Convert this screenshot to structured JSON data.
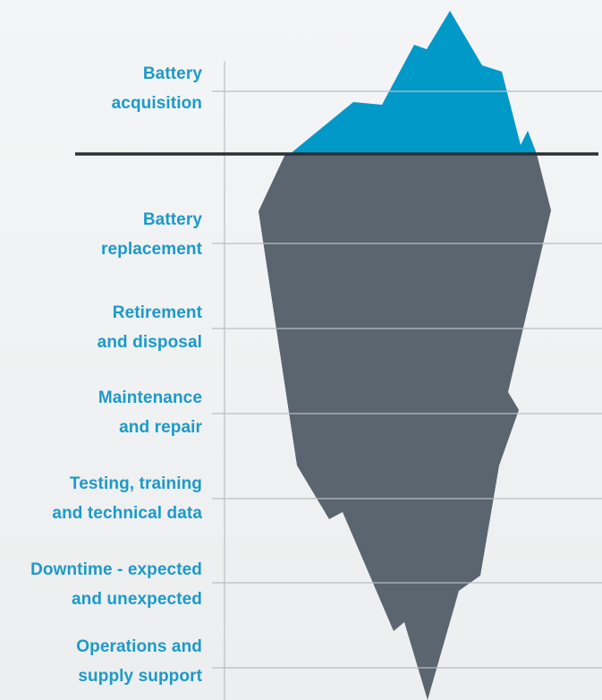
{
  "colors": {
    "tip": "#0099c8",
    "underwater": "#5a6570",
    "waterline": "#2a2f35",
    "guide": "#b9bec3",
    "label_text": "#1b9ac9"
  },
  "labels": [
    {
      "line1": "Battery",
      "line2": "acquisition"
    },
    {
      "line1": "Battery",
      "line2": "replacement"
    },
    {
      "line1": "Retirement",
      "line2": "and disposal"
    },
    {
      "line1": "Maintenance",
      "line2": "and repair"
    },
    {
      "line1": "Testing, training",
      "line2": "and technical data"
    },
    {
      "line1": "Downtime - expected",
      "line2": "and unexpected"
    },
    {
      "line1": "Operations and",
      "line2": "supply support"
    }
  ]
}
